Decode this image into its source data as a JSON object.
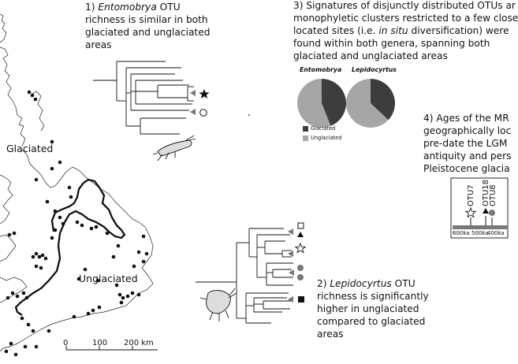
{
  "panels": {
    "p1": {
      "num": "1)",
      "genus": "Entomobrya",
      "rest": " OTU",
      "line2": "richness is similar in both",
      "line3": "glaciated and unglaciated",
      "line4": "areas"
    },
    "p2": {
      "num": "2)",
      "genus": "Lepidocyrtus",
      "rest": " OTU",
      "line2": "richness is significantly",
      "line3": "higher in unglaciated",
      "line4": "compared to glaciated",
      "line5": "areas"
    },
    "p3": {
      "line1": "3) Signatures of disjunctly distributed OTUs ar",
      "line2": "monophyletic clusters restricted to a few close",
      "line3a": "located sites (i.e. ",
      "line3b": "in situ",
      "line3c": " diversification) were",
      "line4": "found within both genera, spanning both",
      "line5": "glaciated and unglaciated areas"
    },
    "p4": {
      "line1": "4) Ages of the MR",
      "line2": "geographically loc",
      "line3": "pre-date the LGM",
      "line4": "antiquity and pers",
      "line5": "Pleistocene glacia"
    }
  },
  "map": {
    "label_glaciated": "Glaciated",
    "label_unglaciated": "Unglaciated",
    "scale_ticks": [
      "0",
      "100",
      "200 km"
    ]
  },
  "pies": {
    "titles": [
      "Entomobrya",
      "Lepidocyrtus"
    ],
    "legend": [
      {
        "label": "Glaciated",
        "color": "#3d3d3d"
      },
      {
        "label": "Unglaciated",
        "color": "#a6a6a6"
      }
    ]
  },
  "chart_data": [
    {
      "type": "pie",
      "title": "Entomobrya",
      "categories": [
        "Glaciated",
        "Unglaciated"
      ],
      "values": [
        0.44,
        0.56
      ],
      "colors": [
        "#3d3d3d",
        "#a6a6a6"
      ]
    },
    {
      "type": "pie",
      "title": "Lepidocyrtus",
      "categories": [
        "Glaciated",
        "Unglaciated"
      ],
      "values": [
        0.37,
        0.63
      ],
      "colors": [
        "#3d3d3d",
        "#a6a6a6"
      ]
    }
  ],
  "timeline": {
    "otus": [
      "OTU7",
      "OTU18",
      "OTU8"
    ],
    "axis_labels": [
      "600ka",
      "500ka",
      "400ka"
    ]
  },
  "colors": {
    "line": "#111111",
    "glaciated": "#3d3d3d",
    "unglaciated": "#a6a6a6",
    "marker_gray": "#777777"
  }
}
